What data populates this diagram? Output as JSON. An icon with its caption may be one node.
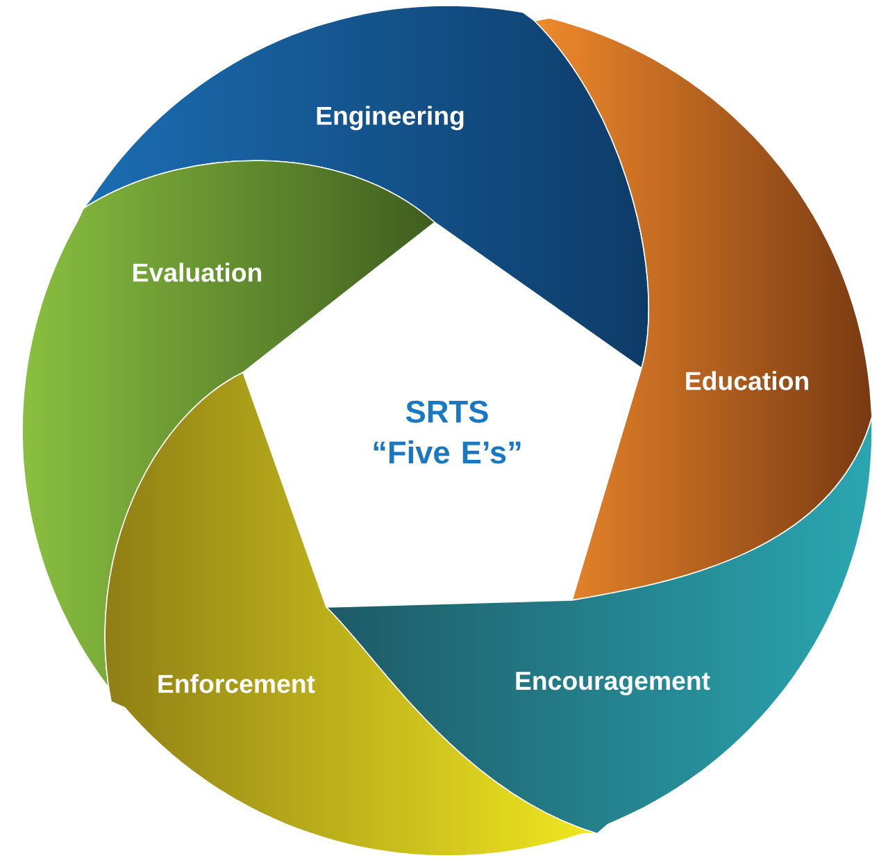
{
  "diagram": {
    "nodes": [
      {
        "text": [
          "Engineering"
        ]
      },
      {
        "text": [
          "Evaluation"
        ]
      },
      {
        "text": [
          "Education"
        ]
      },
      {
        "text": [
          "SRTS “Five E’s”"
        ]
      },
      {
        "text": [
          "Encouragement"
        ]
      },
      {
        "text": [
          "Enforcement"
        ]
      }
    ]
  }
}
